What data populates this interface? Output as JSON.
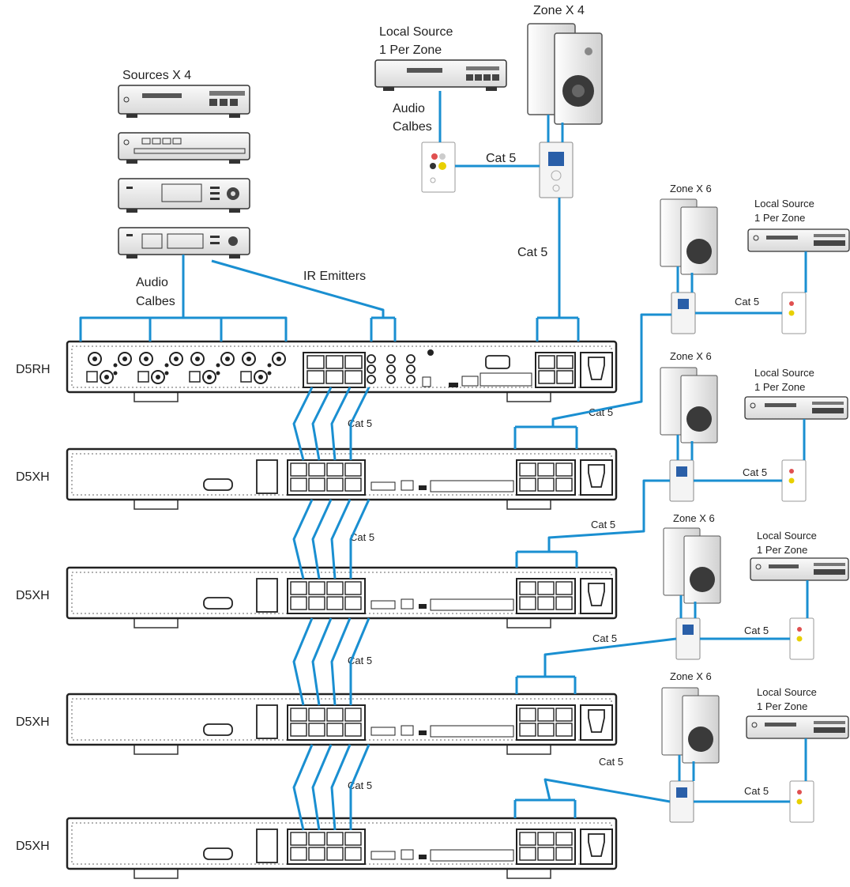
{
  "colors": {
    "cable": "#1a8fd1",
    "device_dark": "#3a3a3a",
    "device_fill": "#f2f2f2",
    "keypad_screen": "#2a5fa8"
  },
  "labels": {
    "sources_title": "Sources X 4",
    "local_source_top": [
      "Local Source",
      "1 Per Zone"
    ],
    "zone_top": "Zone X 4",
    "audio_cables_top": [
      "Audio",
      "Calbes"
    ],
    "audio_cables_main": [
      "Audio",
      "Calbes"
    ],
    "ir_emitters": "IR Emitters",
    "cat5": "Cat 5",
    "zone_side": "Zone X 6",
    "local_source_side": [
      "Local Source",
      "1 Per Zone"
    ]
  },
  "units": [
    {
      "id": "main",
      "name": "D5RH"
    },
    {
      "id": "exp1",
      "name": "D5XH"
    },
    {
      "id": "exp2",
      "name": "D5XH"
    },
    {
      "id": "exp3",
      "name": "D5XH"
    },
    {
      "id": "exp4",
      "name": "D5XH"
    }
  ]
}
